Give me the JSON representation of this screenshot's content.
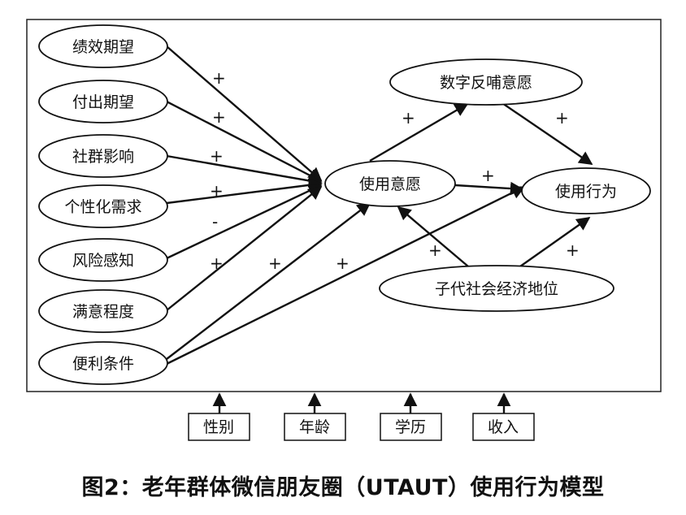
{
  "diagram": {
    "nodes": {
      "perf": "绩效期望",
      "effort": "付出期望",
      "social": "社群影响",
      "personal": "个性化需求",
      "risk": "风险感知",
      "satisfaction": "满意程度",
      "facilitating": "便利条件",
      "intention": "使用意愿",
      "feedback": "数字反哺意愿",
      "behavior": "使用行为",
      "offspring": "子代社会经济地位"
    },
    "moderators": [
      "性别",
      "年龄",
      "学历",
      "收入"
    ],
    "signs": {
      "perf": "+",
      "effort": "+",
      "social": "+",
      "personal": "+",
      "risk": "-",
      "satisfaction": "+",
      "facilitating_intention": "+",
      "facilitating_behavior": "+",
      "intention_feedback": "+",
      "feedback_behavior": "+",
      "intention_behavior": "+",
      "offspring_intention": "+",
      "offspring_behavior": "+"
    }
  },
  "caption": "图2：老年群体微信朋友圈（UTAUT）使用行为模型"
}
